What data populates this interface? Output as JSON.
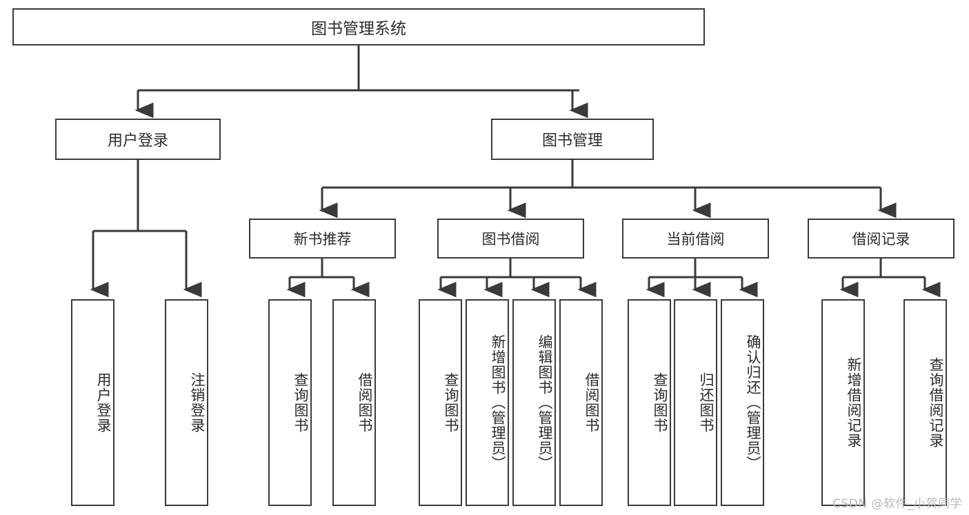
{
  "diagram": {
    "type": "tree",
    "title": "图书管理系统",
    "watermark": "CSDN @软件_小贺同学",
    "colors": {
      "stroke": "#3a3a3a",
      "box_fill": "#ffffff",
      "text": "#2b2b2b",
      "watermark": "#b9b9b9",
      "background": "#ffffff"
    },
    "root": {
      "label": "图书管理系统"
    },
    "level2": [
      {
        "label": "用户登录"
      },
      {
        "label": "图书管理"
      }
    ],
    "level3": [
      {
        "label": "新书推荐"
      },
      {
        "label": "图书借阅"
      },
      {
        "label": "当前借阅"
      },
      {
        "label": "借阅记录"
      }
    ],
    "leaves": {
      "user_login": [
        {
          "label": "用户登录"
        },
        {
          "label": "注销登录"
        }
      ],
      "new_book_recommend": [
        {
          "label": "查询图书"
        },
        {
          "label": "借阅图书"
        }
      ],
      "book_borrow": [
        {
          "label": "查询图书"
        },
        {
          "label": "新增图书（管理员）"
        },
        {
          "label": "编辑图书（管理员）"
        },
        {
          "label": "借阅图书"
        }
      ],
      "current_borrow": [
        {
          "label": "查询图书"
        },
        {
          "label": "归还图书"
        },
        {
          "label": "确认归还（管理员）"
        }
      ],
      "borrow_record": [
        {
          "label": "新增借阅记录"
        },
        {
          "label": "查询借阅记录"
        }
      ]
    }
  }
}
